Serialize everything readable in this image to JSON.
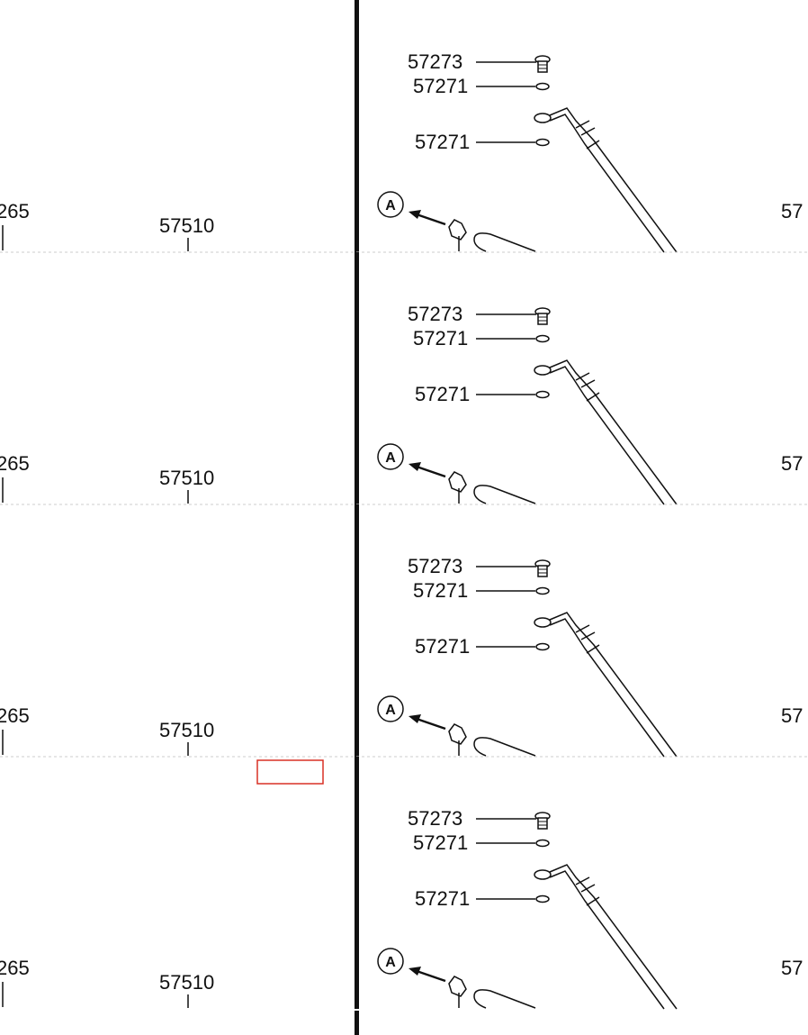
{
  "strips": [
    {
      "labels": {
        "left_partial": "265",
        "left_main": "57510",
        "screw_top": "57273",
        "washer_top": "57271",
        "washer_mid": "57271",
        "right_partial": "57"
      },
      "callout": "A"
    },
    {
      "labels": {
        "left_partial": "265",
        "left_main": "57510",
        "screw_top": "57273",
        "washer_top": "57271",
        "washer_mid": "57271",
        "right_partial": "57"
      },
      "callout": "A"
    },
    {
      "labels": {
        "left_partial": "265",
        "left_main": "57510",
        "screw_top": "57273",
        "washer_top": "57271",
        "washer_mid": "57271",
        "right_partial": "57"
      },
      "callout": "A"
    },
    {
      "labels": {
        "left_partial": "265",
        "left_main": "57510",
        "screw_top": "57273",
        "washer_top": "57271",
        "washer_mid": "57271",
        "right_partial": "57"
      },
      "callout": "A"
    }
  ],
  "highlight": {
    "color": "#d93025"
  }
}
